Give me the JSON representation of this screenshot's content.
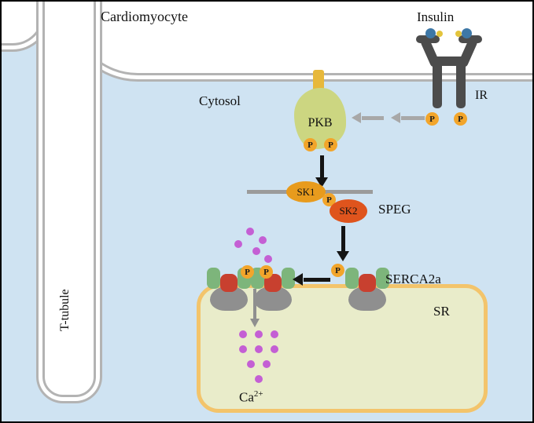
{
  "labels": {
    "cardiomyocyte": "Cardiomyocyte",
    "insulin": "Insulin",
    "ir": "IR",
    "cytosol": "Cytosol",
    "t_tubule": "T-tubule",
    "pkb": "PKB",
    "sk1": "SK1",
    "sk2": "SK2",
    "speg": "SPEG",
    "serca2a": "SERCA2a",
    "sr": "SR",
    "ca_base": "Ca",
    "ca_sup": "2+",
    "p": "P"
  },
  "colors": {
    "cytosol": "#cfe3f2",
    "membrane": "#b3b3b3",
    "srfill": "#e9ecca",
    "srborder": "#f3c46b",
    "pkb": "#ccd681",
    "tab": "#e7b83b",
    "sk1": "#e89b1d",
    "sk2": "#df541d",
    "phosphate": "#f2a52b",
    "calcium": "#c45fd4",
    "receptor": "#4c4c4c",
    "insblue": "#3d77a6",
    "insyellow": "#e3c43c",
    "arrowgray": "#a8a8a8",
    "graydark": "#8f8f8f",
    "linegray": "#9b9b9b",
    "pump_green": "#7db57b",
    "pump_red": "#c8402f",
    "pump_gray": "#8f8f8f",
    "ink": "#141414"
  }
}
